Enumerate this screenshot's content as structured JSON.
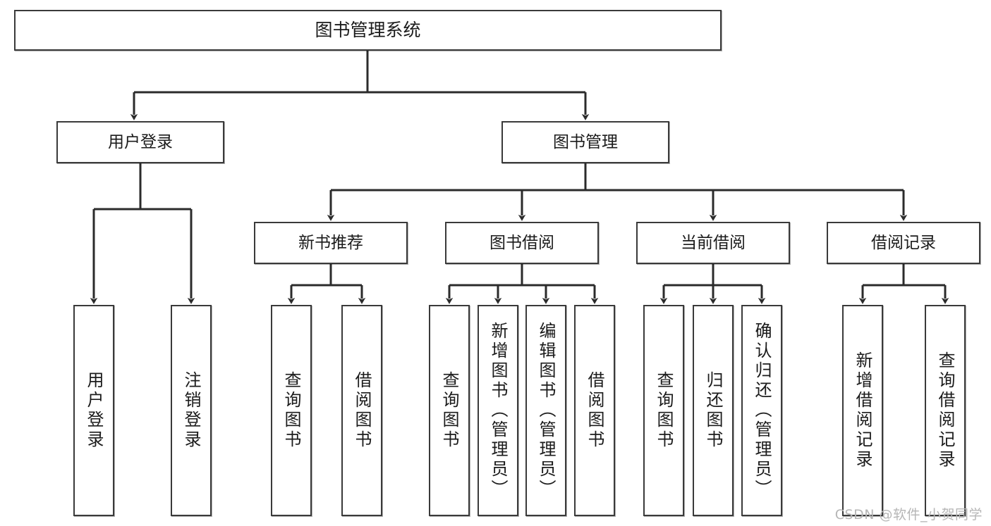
{
  "diagram": {
    "title": "图书管理系统",
    "type": "tree",
    "watermark": "CSDN @软件_小贺同学",
    "colors": {
      "box_border": "#3a3a3a",
      "box_fill": "#ffffff",
      "edge": "#2b2b2b",
      "text": "#1b1b1b",
      "watermark": "#b6b6b6",
      "background": "#ffffff"
    },
    "levels": {
      "level_1": [
        {
          "id": "root",
          "label": "图书管理系统"
        }
      ],
      "level_2": [
        {
          "id": "user-login",
          "label": "用户登录",
          "parent": "root"
        },
        {
          "id": "book-manage",
          "label": "图书管理",
          "parent": "root"
        }
      ],
      "level_3": [
        {
          "id": "new-book-recommend",
          "label": "新书推荐",
          "parent": "book-manage"
        },
        {
          "id": "book-borrow",
          "label": "图书借阅",
          "parent": "book-manage"
        },
        {
          "id": "current-borrow",
          "label": "当前借阅",
          "parent": "book-manage"
        },
        {
          "id": "borrow-record",
          "label": "借阅记录",
          "parent": "book-manage"
        }
      ],
      "level_4": [
        {
          "id": "leaf-user-login",
          "label": "用户登录",
          "parent": "user-login"
        },
        {
          "id": "leaf-user-logout",
          "label": "注销登录",
          "parent": "user-login"
        },
        {
          "id": "leaf-query-book-1",
          "label": "查询图书",
          "parent": "new-book-recommend"
        },
        {
          "id": "leaf-borrow-book-1",
          "label": "借阅图书",
          "parent": "new-book-recommend"
        },
        {
          "id": "leaf-query-book-2",
          "label": "查询图书",
          "parent": "book-borrow"
        },
        {
          "id": "leaf-add-book",
          "label": "新增图书（管理员）",
          "parent": "book-borrow"
        },
        {
          "id": "leaf-edit-book",
          "label": "编辑图书（管理员）",
          "parent": "book-borrow"
        },
        {
          "id": "leaf-borrow-book-2",
          "label": "借阅图书",
          "parent": "book-borrow"
        },
        {
          "id": "leaf-query-book-3",
          "label": "查询图书",
          "parent": "current-borrow"
        },
        {
          "id": "leaf-return-book",
          "label": "归还图书",
          "parent": "current-borrow"
        },
        {
          "id": "leaf-confirm-return",
          "label": "确认归还（管理员）",
          "parent": "current-borrow"
        },
        {
          "id": "leaf-add-record",
          "label": "新增借阅记录",
          "parent": "borrow-record"
        },
        {
          "id": "leaf-query-record",
          "label": "查询借阅记录",
          "parent": "borrow-record"
        }
      ]
    }
  }
}
